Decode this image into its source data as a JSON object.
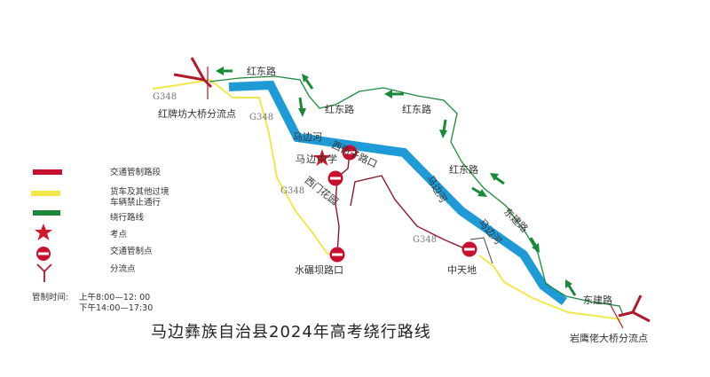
{
  "map": {
    "title": "马边彝族自治县2024年高考绕行路线",
    "colors": {
      "river": "#1e9bd7",
      "control_road": "#c8102e",
      "restricted_road": "#f2e84a",
      "detour": "#1a8a3a",
      "dark_road": "#8b1a2a"
    },
    "places": {
      "hongpaifang": "红牌坊大桥分流点",
      "yanyinglao": "岩鹰佬大桥分流点",
      "mabian_school": "马边中学",
      "xijiezi": "西街子路口",
      "ximen": "西门花园",
      "shuinianba": "水碾坝路口",
      "zhongtiandi": "中天地"
    },
    "roads": {
      "hongdong": "红东路",
      "dongjian": "东建路",
      "g348": "G348",
      "river": "马边河"
    }
  },
  "legend": {
    "items": [
      {
        "label": "交通管制路段",
        "icon": "red-line"
      },
      {
        "label": "货车及其他过境车辆禁止通行",
        "line1": "货车及其他过境",
        "line2": "车辆禁止通行",
        "icon": "yellow-line"
      },
      {
        "label": "绕行路线",
        "icon": "green-line"
      },
      {
        "label": "考点",
        "icon": "star-icon"
      },
      {
        "label": "交通管制点",
        "icon": "no-entry-icon"
      },
      {
        "label": "分流点",
        "icon": "y-split-icon"
      }
    ],
    "time_label": "管制时间:",
    "time_am": "上午8:00—12: 00",
    "time_pm": "下午14:00—17:30"
  }
}
